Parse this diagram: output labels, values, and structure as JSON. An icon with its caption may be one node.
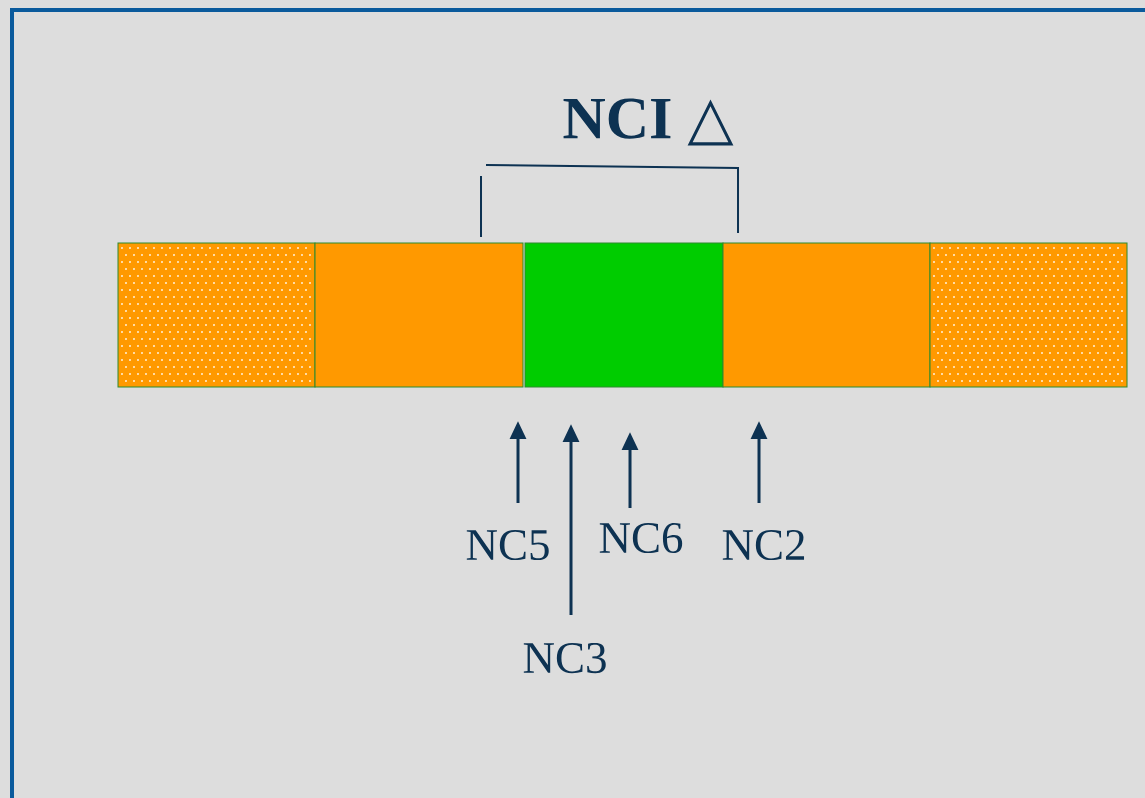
{
  "diagram": {
    "nodes": [
      {
        "text": [],
        "shape": "bar"
      },
      {
        "text": [],
        "shape": "bar"
      },
      {
        "text": [],
        "shape": "bar"
      },
      {
        "text": [],
        "shape": "bar"
      },
      {
        "text": [],
        "shape": "bar"
      },
      {
        "text": [
          "NC5"
        ]
      },
      {
        "text": [
          "NC6"
        ]
      },
      {
        "text": [
          "NC2"
        ]
      },
      {
        "text": [
          "NC3"
        ]
      }
    ],
    "edges": [
      {
        "from": 5,
        "to": null,
        "arrow": "to"
      },
      {
        "from": 6,
        "to": null,
        "arrow": "to"
      },
      {
        "from": 7,
        "to": null,
        "arrow": "to"
      },
      {
        "from": 8,
        "to": null,
        "arrow": "to"
      }
    ],
    "labels": [
      "NCI △"
    ]
  }
}
